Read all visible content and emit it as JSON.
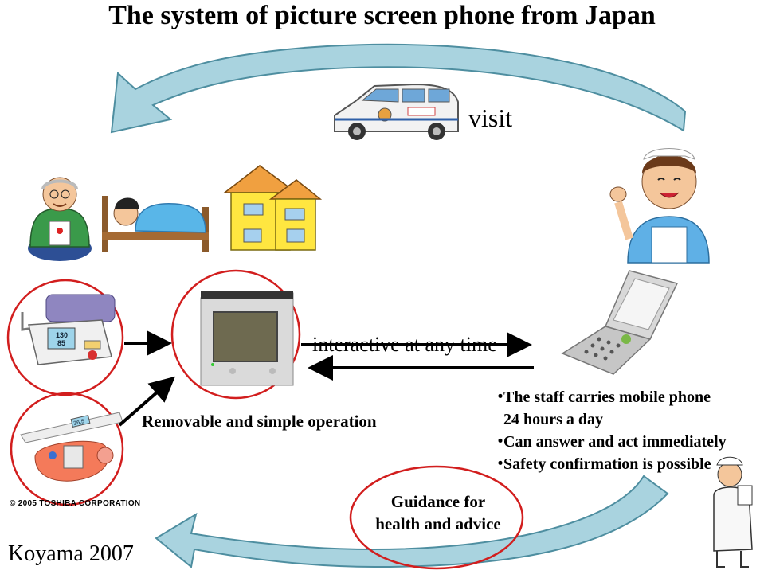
{
  "title": "The system of picture screen phone from Japan",
  "visit_label": "visit",
  "interactive_label": "interactive at any time",
  "removable_label": "Removable and simple operation",
  "staff_notes": [
    {
      "bullet": "・",
      "text": "The staff carries mobile phone"
    },
    {
      "bullet": "",
      "text": "24 hours a day"
    },
    {
      "bullet": "・",
      "text": "Can answer and act immediately"
    },
    {
      "bullet": "・",
      "text": "Safety confirmation is possible"
    }
  ],
  "guidance_label": [
    "Guidance for",
    "health and advice"
  ],
  "citation": "Koyama 2007",
  "copyright": "© 2005 TOSHIBA CORPORATION",
  "device_display": {
    "reading_top": "130",
    "reading_mid": "85",
    "thermometer": "36.5"
  },
  "colors": {
    "arrow_fill": "#a9d3df",
    "arrow_stroke": "#4e8ea0",
    "circle_red": "#d21e1e",
    "house_yellow": "#ffe640",
    "blanket_blue": "#59b6e8",
    "apron_blue": "#5fb0e6"
  }
}
